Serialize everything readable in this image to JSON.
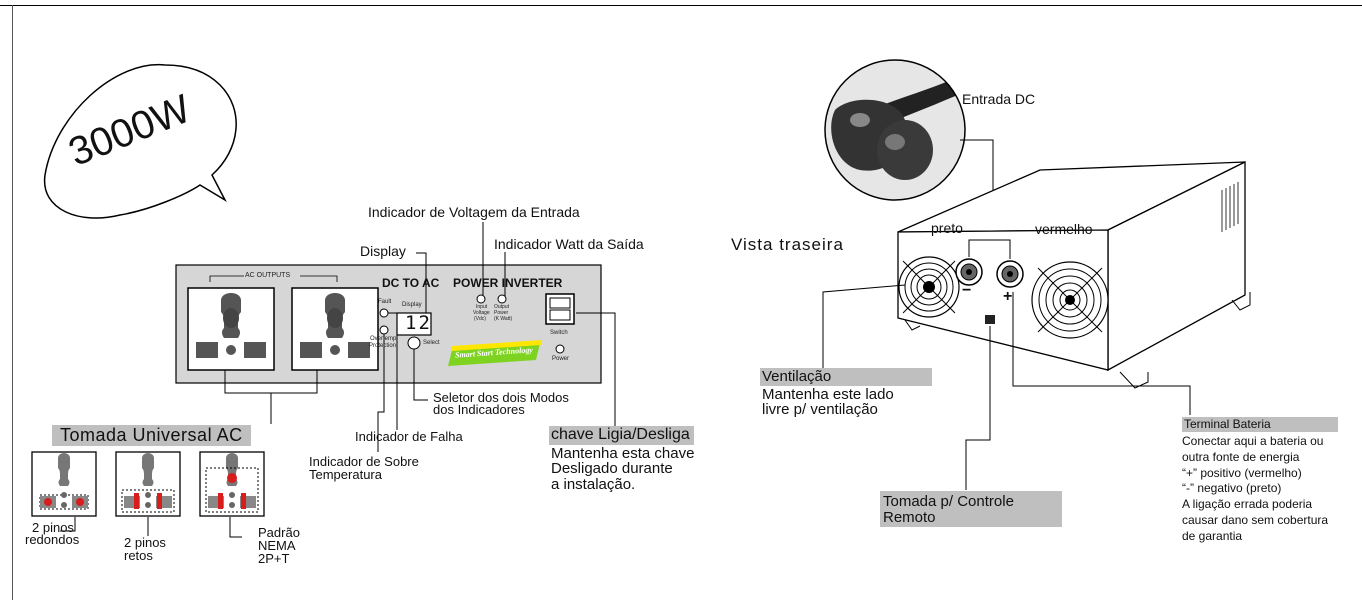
{
  "badge": {
    "text": "3000W"
  },
  "front_panel": {
    "outlets_header": "AC OUTPUTS",
    "title_left": "DC TO AC",
    "title_right": "POWER INVERTER",
    "fault": "Fault",
    "display": "Display",
    "display_value": "12",
    "overtemp_line1": "Overtemp",
    "overtemp_line2": "Protection",
    "select": "Select",
    "input_line1": "Input",
    "input_line2": "Voltage",
    "input_line3": "(Vdc)",
    "output_line1": "Output",
    "output_line2": "Power",
    "output_line3": "(K Watt)",
    "switch": "Switch",
    "power": "Power",
    "sst_logo": "Smart Start Technology"
  },
  "callouts_front": {
    "input_voltage": "Indicador de Voltagem da Entrada",
    "output_watt": "Indicador Watt da Saída",
    "display": "Display",
    "selector_line1": "Seletor dos dois Modos",
    "selector_line2": "dos Indicadores",
    "fault": "Indicador de Falha",
    "overtemp_line1": "Indicador de Sobre",
    "overtemp_line2": "Temperatura",
    "switch_title": "chave Ligia/Desliga",
    "switch_line1": "Mantenha esta chave",
    "switch_line2": "Desligado durante",
    "switch_line3": "a instalação."
  },
  "universal": {
    "title": "Tomada Universal AC",
    "round_line1": "2 pinos",
    "round_line2": "redondos",
    "flat_line1": "2 pinos",
    "flat_line2": "retos",
    "nema_line1": "Padrão",
    "nema_line2": "NEMA",
    "nema_line3": "2P+T"
  },
  "rear": {
    "title": "Vista traseira",
    "dc_input": "Entrada DC",
    "black": "preto",
    "red": "vermelho",
    "minus": "−",
    "plus": "+",
    "vent_title": "Ventilação",
    "vent_line1": "Mantenha este lado",
    "vent_line2": "livre p/ ventilação",
    "remote_line1": "Tomada p/ Controle",
    "remote_line2": "Remoto",
    "battery_title": "Terminal Bateria",
    "battery_lines": [
      "Conectar aqui a bateria ou",
      "outra fonte de energia",
      "“+” positivo (vermelho)",
      "“-” negativo (preto)",
      "A ligação errada poderia",
      "causar dano sem cobertura",
      "de garantia"
    ]
  },
  "colors": {
    "panel": "#d6d6d6",
    "callout_bg": "#bfbfbf",
    "red": "#d81d1d",
    "sst_green": "#7ed321",
    "sst_yellow": "#ffe600"
  }
}
